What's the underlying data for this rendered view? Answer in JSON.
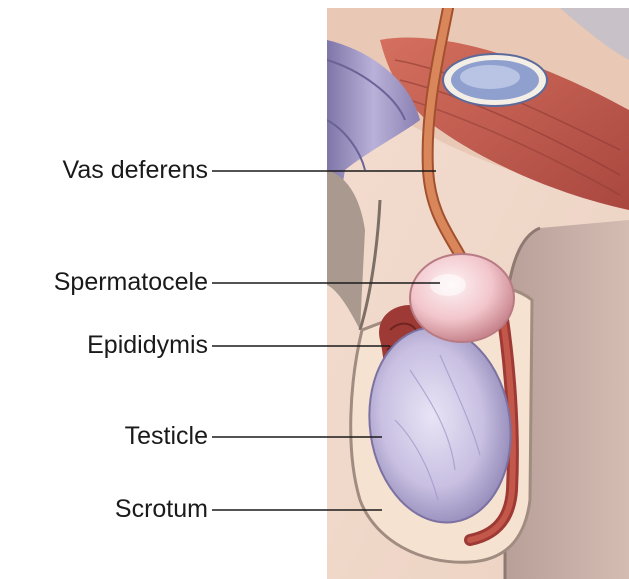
{
  "diagram": {
    "labels": {
      "vas_deferens": "Vas deferens",
      "spermatocele": "Spermatocele",
      "epididymis": "Epididymis",
      "testicle": "Testicle",
      "scrotum": "Scrotum"
    }
  },
  "colors": {
    "background": "#ffffff",
    "label_text": "#1a1a1a",
    "leader_line": "#1a1a1a",
    "skin_light": "#f8e2cc",
    "skin_shadow": "#bfa79d",
    "muscle": "#c0584f",
    "vessel_purple": "#9a8fbf",
    "testicle": "#cdc6e6",
    "spermatocele": "#f4cfd4",
    "epididymis": "#9e3a35",
    "vas_deferens": "#cf7a4e"
  }
}
